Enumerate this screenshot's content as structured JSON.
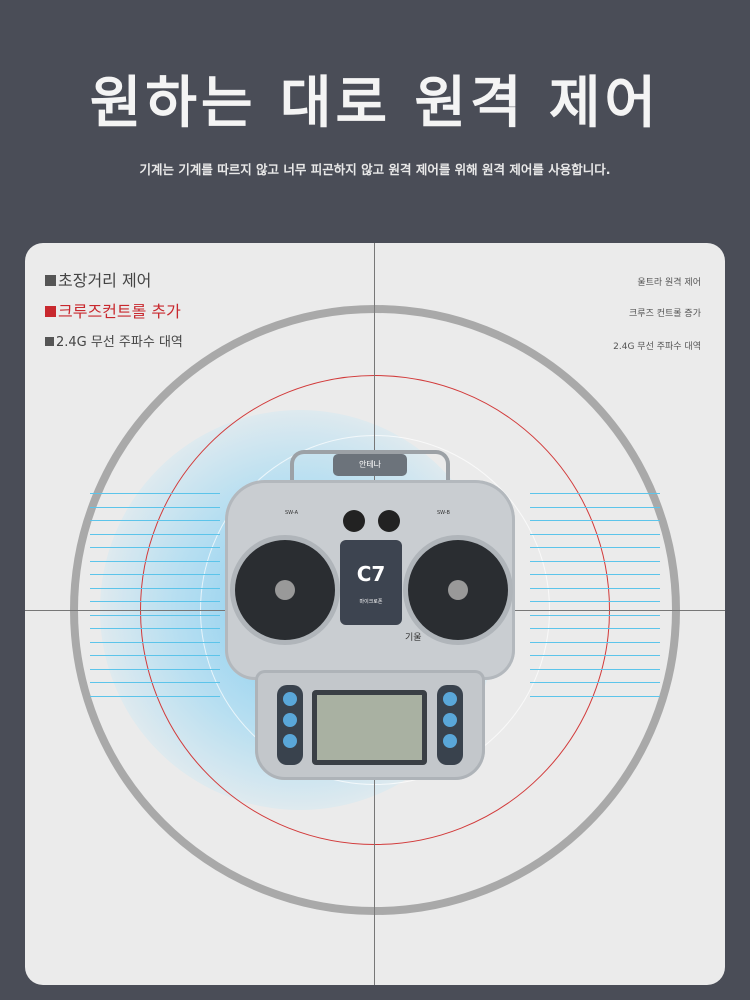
{
  "header": {
    "title": "원하는 대로 원격 제어",
    "subtitle": "기계는 기계를 따르지 않고 너무 피곤하지 않고 원격 제어를 위해 원격 제어를 사용합니다."
  },
  "features_left": [
    {
      "label": "초장거리 제어",
      "color": "#444444"
    },
    {
      "label": "크루즈컨트롤 추가",
      "color": "#c8282e"
    },
    {
      "label": "2.4G 무선 주파수 대역",
      "color": "#444444"
    }
  ],
  "features_right": [
    "울트라 원격 제어",
    "크루즈 컨트롤 증가",
    "2.4G 무선 주파수 대역"
  ],
  "controller": {
    "antenna_label": "안테나",
    "model": "C7",
    "mic_label": "마이크로폰",
    "tilt_label": "기울",
    "sw_a": "SW-A",
    "sw_b": "SW-B"
  },
  "colors": {
    "background": "#4a4d57",
    "card": "#ebebeb",
    "accent_red": "#c8282e",
    "accent_blue": "#5cc4ea"
  }
}
